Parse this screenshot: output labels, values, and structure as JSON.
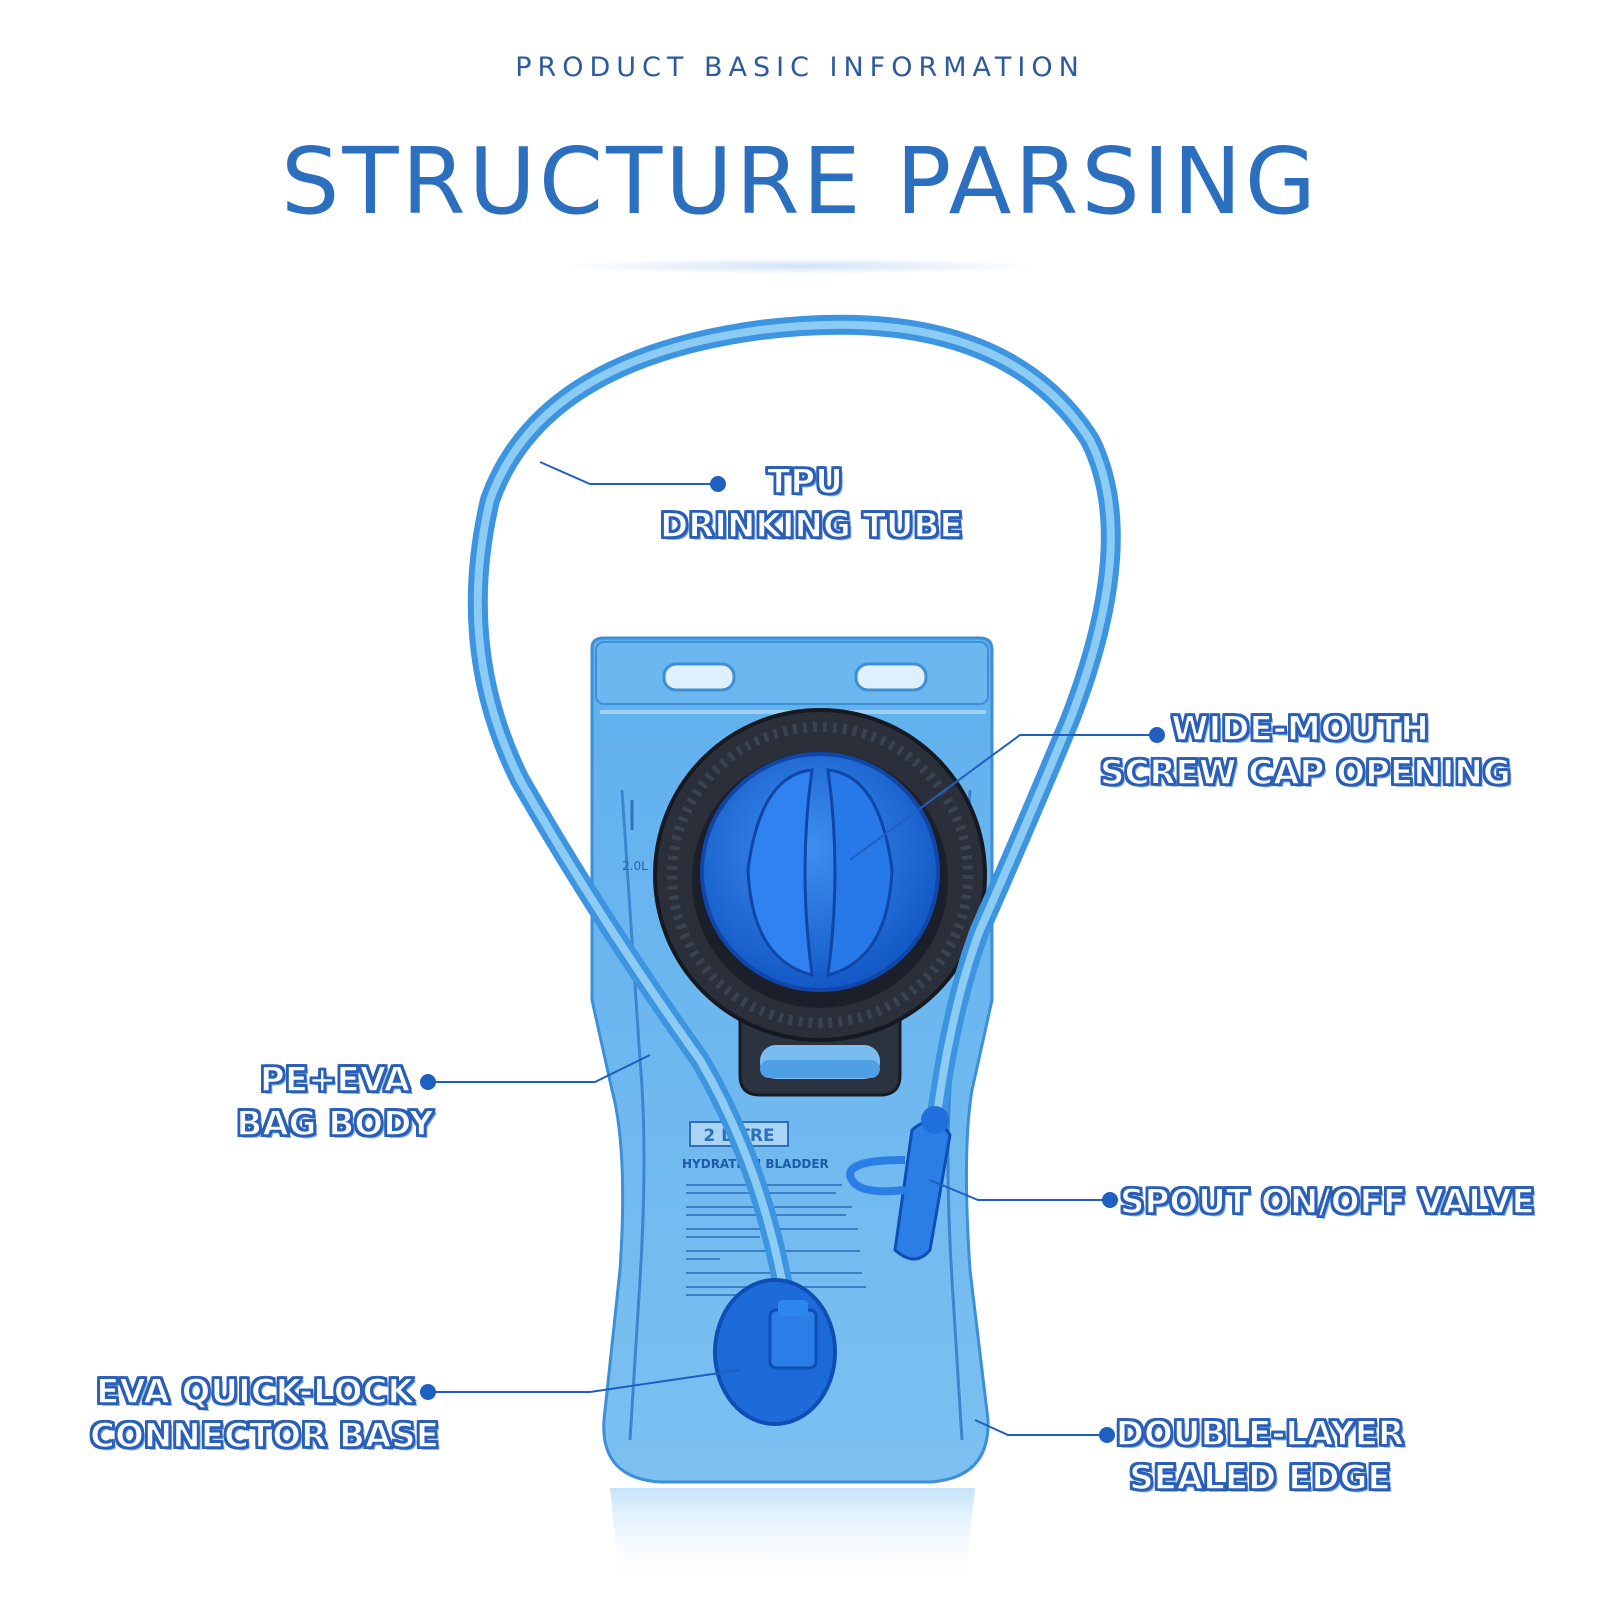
{
  "header": {
    "subtitle": "PRODUCT BASIC INFORMATION",
    "title": "STRUCTURE PARSING"
  },
  "bag_print": {
    "capacity": "2 LITRE",
    "product": "HYDRATION BLADDER",
    "scale_mark": "2.0L"
  },
  "callouts": [
    {
      "line1": "TPU",
      "line2": "DRINKING TUBE"
    },
    {
      "line1": "WIDE-MOUTH",
      "line2": "SCREW CAP OPENING"
    },
    {
      "line1": "PE+EVA",
      "line2": "BAG BODY"
    },
    {
      "line1": "SPOUT ON/OFF VALVE",
      "line2": ""
    },
    {
      "line1": "EVA QUICK-LOCK",
      "line2": "CONNECTOR BASE"
    },
    {
      "line1": "DOUBLE-LAYER",
      "line2": "SEALED EDGE"
    }
  ],
  "colors": {
    "title": "#2d6fbf",
    "subtitle": "#2d5a9e",
    "label_outline": "#2a5fb8",
    "leader": "#1f5fc0",
    "bag": "#4a9fe0",
    "cap": "#1f6fe0",
    "collar": "#2a2f3a"
  }
}
